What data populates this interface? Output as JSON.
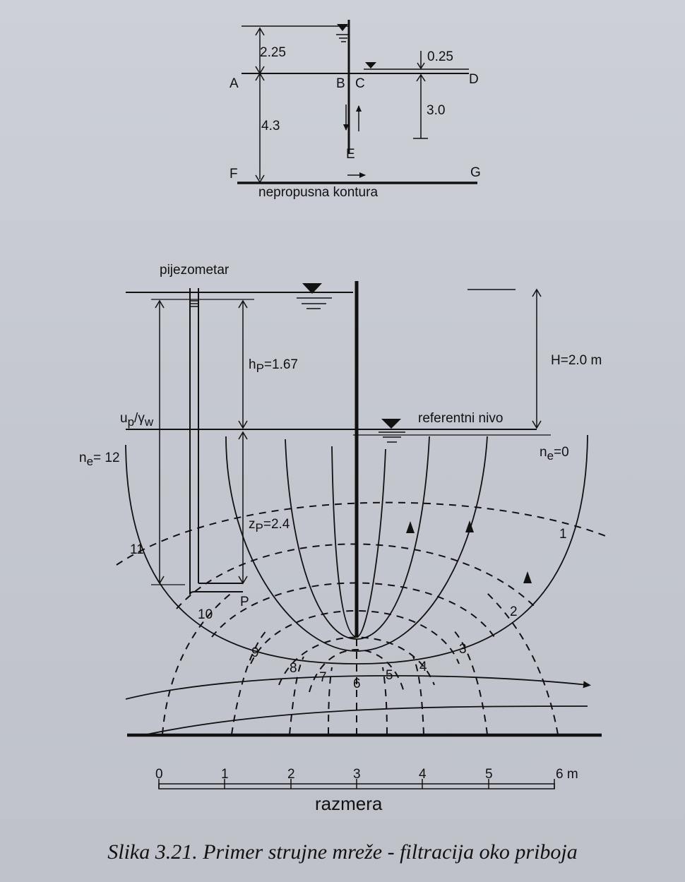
{
  "top_figure": {
    "dim_left_upper": "2.25",
    "dim_left_lower": "4.3",
    "dim_right_upper": "0.25",
    "dim_right_lower": "3.0",
    "point_a": "A",
    "point_b": "B",
    "point_c": "C",
    "point_d": "D",
    "point_e": "E",
    "point_f": "F",
    "point_g": "G",
    "boundary_label": "nepropusna kontura"
  },
  "main_figure": {
    "piezometer_label": "pijezometar",
    "h_label": "H=2.0 m",
    "hp_label": "h",
    "hp_sub": "P",
    "hp_value": "=1.67",
    "up_label": "u",
    "up_sub": "p",
    "up_slash": "/γ",
    "up_sub_w": "w",
    "reference_label": "referentni nivo",
    "ne_left": "n",
    "ne_left_sub": "e",
    "ne_left_value": "= 12",
    "ne_right": "n",
    "ne_right_sub": "e",
    "ne_right_value": "=0",
    "zp_label": "z",
    "zp_sub": "P",
    "zp_value": "=2.4",
    "point_p": "P",
    "line_numbers": [
      "1",
      "2",
      "3",
      "4",
      "5",
      "6",
      "7",
      "8",
      "9",
      "10",
      "11"
    ]
  },
  "scale": {
    "ticks": [
      "0",
      "1",
      "2",
      "3",
      "4",
      "5",
      "6 m"
    ],
    "label": "razmera"
  },
  "caption": "Slika 3.21. Primer strujne mreže - filtracija oko priboja"
}
